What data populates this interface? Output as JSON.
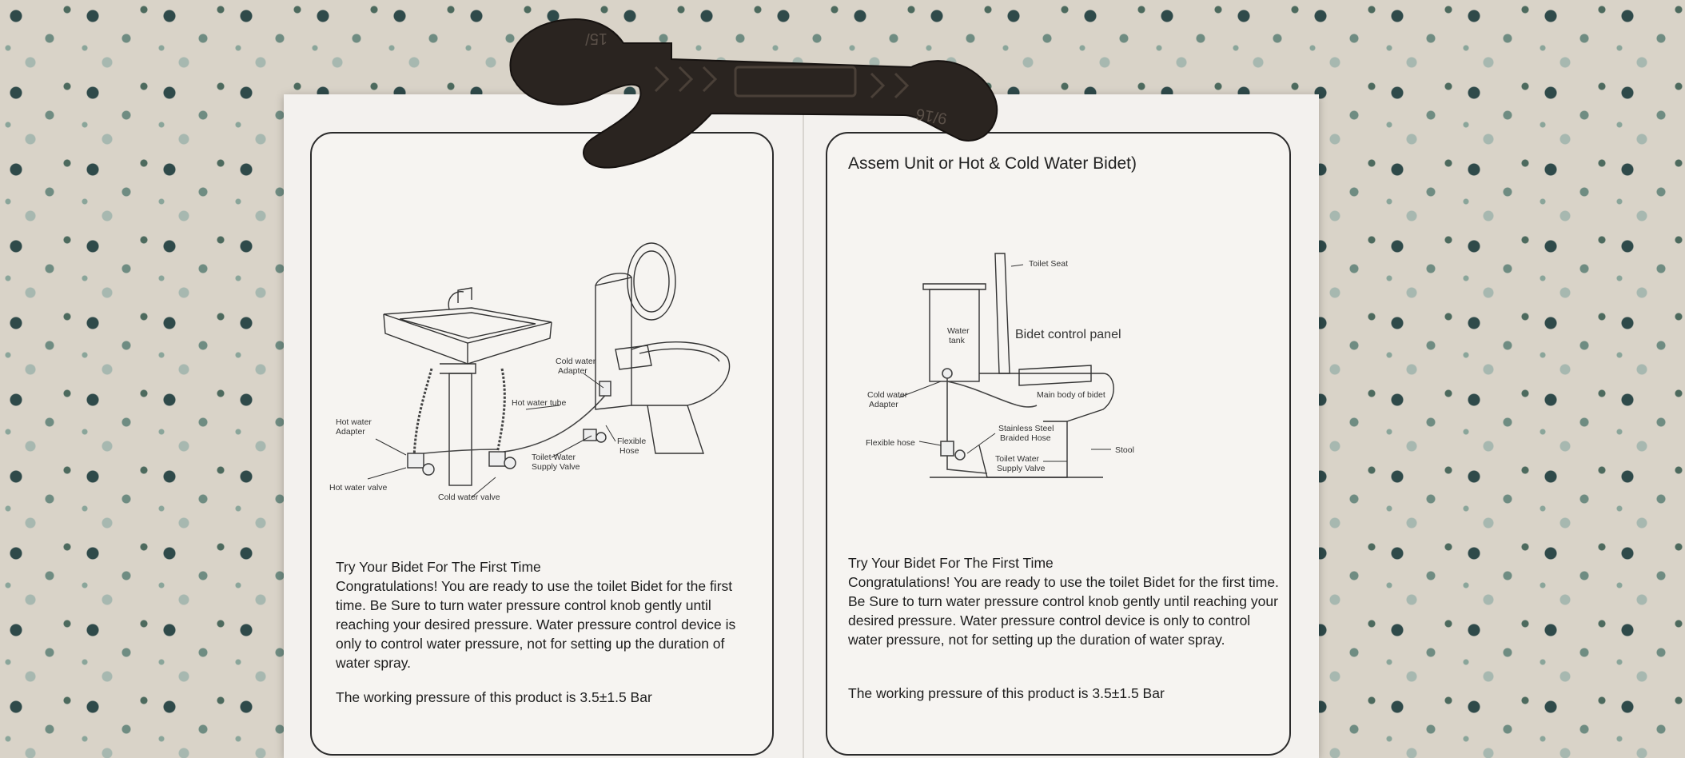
{
  "left_page": {
    "diagram_labels": {
      "cold_water_adapter_1": "Cold water",
      "cold_water_adapter_2": "Adapter",
      "hot_water_tube": "Hot water tube",
      "hot_water_adapter_1": "Hot water",
      "hot_water_adapter_2": "Adapter",
      "flexible_hose_1": "Flexible",
      "flexible_hose_2": "Hose",
      "toilet_water_supply_valve_1": "Toilet Water",
      "toilet_water_supply_valve_2": "Supply Valve",
      "hot_water_valve": "Hot water valve",
      "cold_water_valve": "Cold water valve"
    },
    "instructions_heading": "Try Your Bidet For The First Time",
    "instructions_body": "Congratulations! You are ready to use the toilet Bidet for the first time. Be Sure to turn water pressure control knob gently until reaching your desired pressure. Water pressure control device is only to control water pressure, not for setting up the duration of water spray.",
    "pressure_note": "The working pressure of this product is 3.5±1.5 Bar"
  },
  "right_page": {
    "title": "Assem    Unit   or Hot & Cold Water Bidet)",
    "diagram_labels": {
      "toilet_seat": "Toilet Seat",
      "water_tank_1": "Water",
      "water_tank_2": "tank",
      "bidet_control_panel": "Bidet control panel",
      "cold_water_adapter_1": "Cold water",
      "cold_water_adapter_2": "Adapter",
      "main_body": "Main body of bidet",
      "flexible_hose": "Flexible hose",
      "braided_hose_1": "Stainless Steel",
      "braided_hose_2": "Braided Hose",
      "stool": "Stool",
      "supply_valve_1": "Toilet Water",
      "supply_valve_2": "Supply Valve"
    },
    "instructions_heading": "Try Your Bidet For The First Time",
    "instructions_body": "Congratulations! You are ready to use the toilet Bidet for the first time. Be Sure to turn water pressure control knob gently until reaching your desired pressure. Water pressure control device is only to control water pressure, not for setting up the duration of water spray.",
    "pressure_note": "The working pressure of this product is 3.5±1.5 Bar"
  },
  "wrench": {
    "size_left": "15/",
    "size_right": "9/16"
  },
  "colors": {
    "paper": "#f3f1ee",
    "ink": "#1e1e1e",
    "wrench": "#2a2420"
  }
}
